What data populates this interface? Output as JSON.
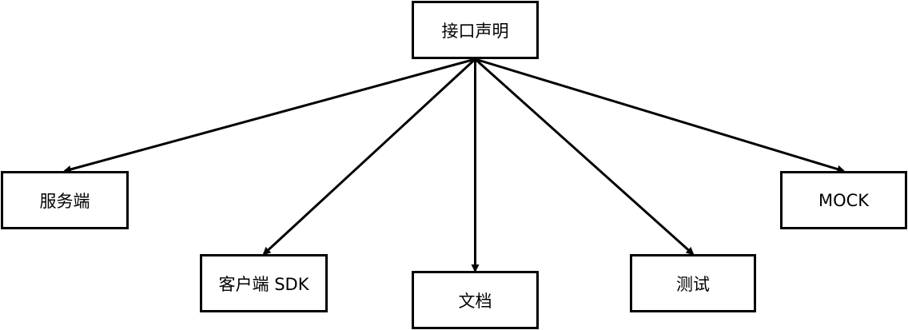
{
  "diagram": {
    "root": {
      "label": "接口声明"
    },
    "children": [
      {
        "id": "server",
        "label": "服务端"
      },
      {
        "id": "client",
        "label": "客户端 SDK"
      },
      {
        "id": "docs",
        "label": "文档"
      },
      {
        "id": "test",
        "label": "测试"
      },
      {
        "id": "mock",
        "label": "MOCK"
      }
    ],
    "edges": [
      {
        "from": "root",
        "to": "server"
      },
      {
        "from": "root",
        "to": "client"
      },
      {
        "from": "root",
        "to": "docs"
      },
      {
        "from": "root",
        "to": "test"
      },
      {
        "from": "root",
        "to": "mock"
      }
    ]
  },
  "colors": {
    "stroke": "#000000",
    "background": "#ffffff"
  }
}
